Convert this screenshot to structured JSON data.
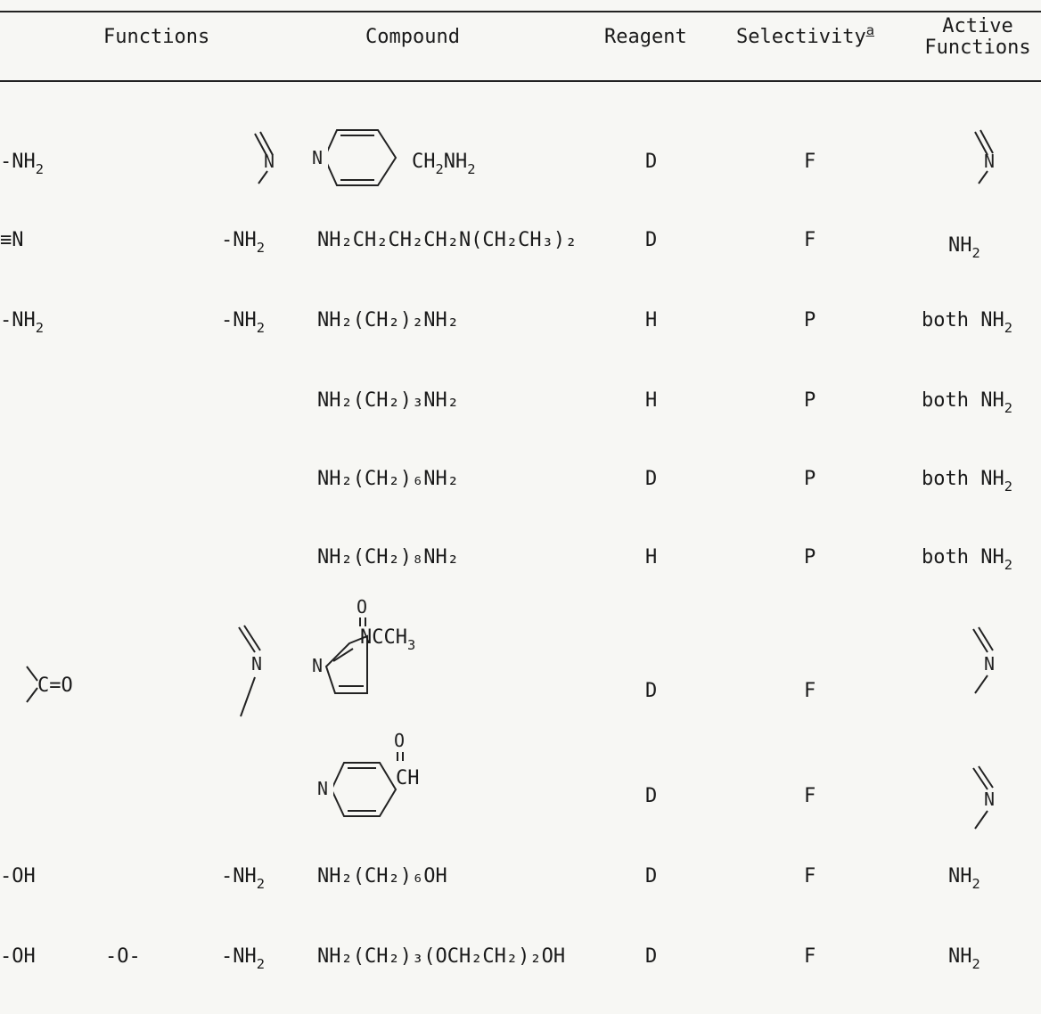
{
  "headers": {
    "functions": "Functions",
    "compound": "Compound",
    "reagent": "Reagent",
    "selectivity": "Selectivity",
    "selectivity_note": "a",
    "active_line1": "Active",
    "active_line2": "Functions"
  },
  "rows": [
    {
      "func1": "-NH",
      "func1_sub": "2",
      "func_mid": "",
      "func_right": "",
      "func_right_sub": "",
      "compound_text": "CH",
      "compound_sub1": "2",
      "compound_text2": "NH",
      "compound_sub2": "2",
      "ring_label": "N",
      "reagent": "D",
      "selectivity": "F",
      "active": ""
    },
    {
      "func1": "≡N",
      "func_right": "-NH",
      "func_right_sub": "2",
      "compound": "NH₂CH₂CH₂CH₂N(CH₂CH₃)₂",
      "reagent": "D",
      "selectivity": "F",
      "active": "NH",
      "active_sub": "2"
    },
    {
      "func1": "-NH",
      "func1_sub": "2",
      "func_right": "-NH",
      "func_right_sub": "2",
      "compound": "NH₂(CH₂)₂NH₂",
      "reagent": "H",
      "selectivity": "P",
      "active": "both NH",
      "active_sub": "2"
    },
    {
      "compound": "NH₂(CH₂)₃NH₂",
      "reagent": "H",
      "selectivity": "P",
      "active": "both NH",
      "active_sub": "2"
    },
    {
      "compound": "NH₂(CH₂)₆NH₂",
      "reagent": "D",
      "selectivity": "P",
      "active": "both NH",
      "active_sub": "2"
    },
    {
      "compound": "NH₂(CH₂)₈NH₂",
      "reagent": "H",
      "selectivity": "P",
      "active": "both NH",
      "active_sub": "2"
    },
    {
      "func1": "C=O",
      "ring_label": "N",
      "carbonyl_o": "O",
      "compound_text": "NCCH",
      "compound_sub1": "3",
      "reagent": "D",
      "selectivity": "F"
    },
    {
      "ring_label": "N",
      "carbonyl_o": "O",
      "compound_text": "CH",
      "reagent": "D",
      "selectivity": "F"
    },
    {
      "func1": "-OH",
      "func_right": "-NH",
      "func_right_sub": "2",
      "compound": "NH₂(CH₂)₆OH",
      "reagent": "D",
      "selectivity": "F",
      "active": "NH",
      "active_sub": "2"
    },
    {
      "func1": "-OH",
      "func_mid": "-O-",
      "func_right": "-NH",
      "func_right_sub": "2",
      "compound": "NH₂(CH₂)₃(OCH₂CH₂)₂OH",
      "reagent": "D",
      "selectivity": "F",
      "active": "NH",
      "active_sub": "2"
    }
  ]
}
